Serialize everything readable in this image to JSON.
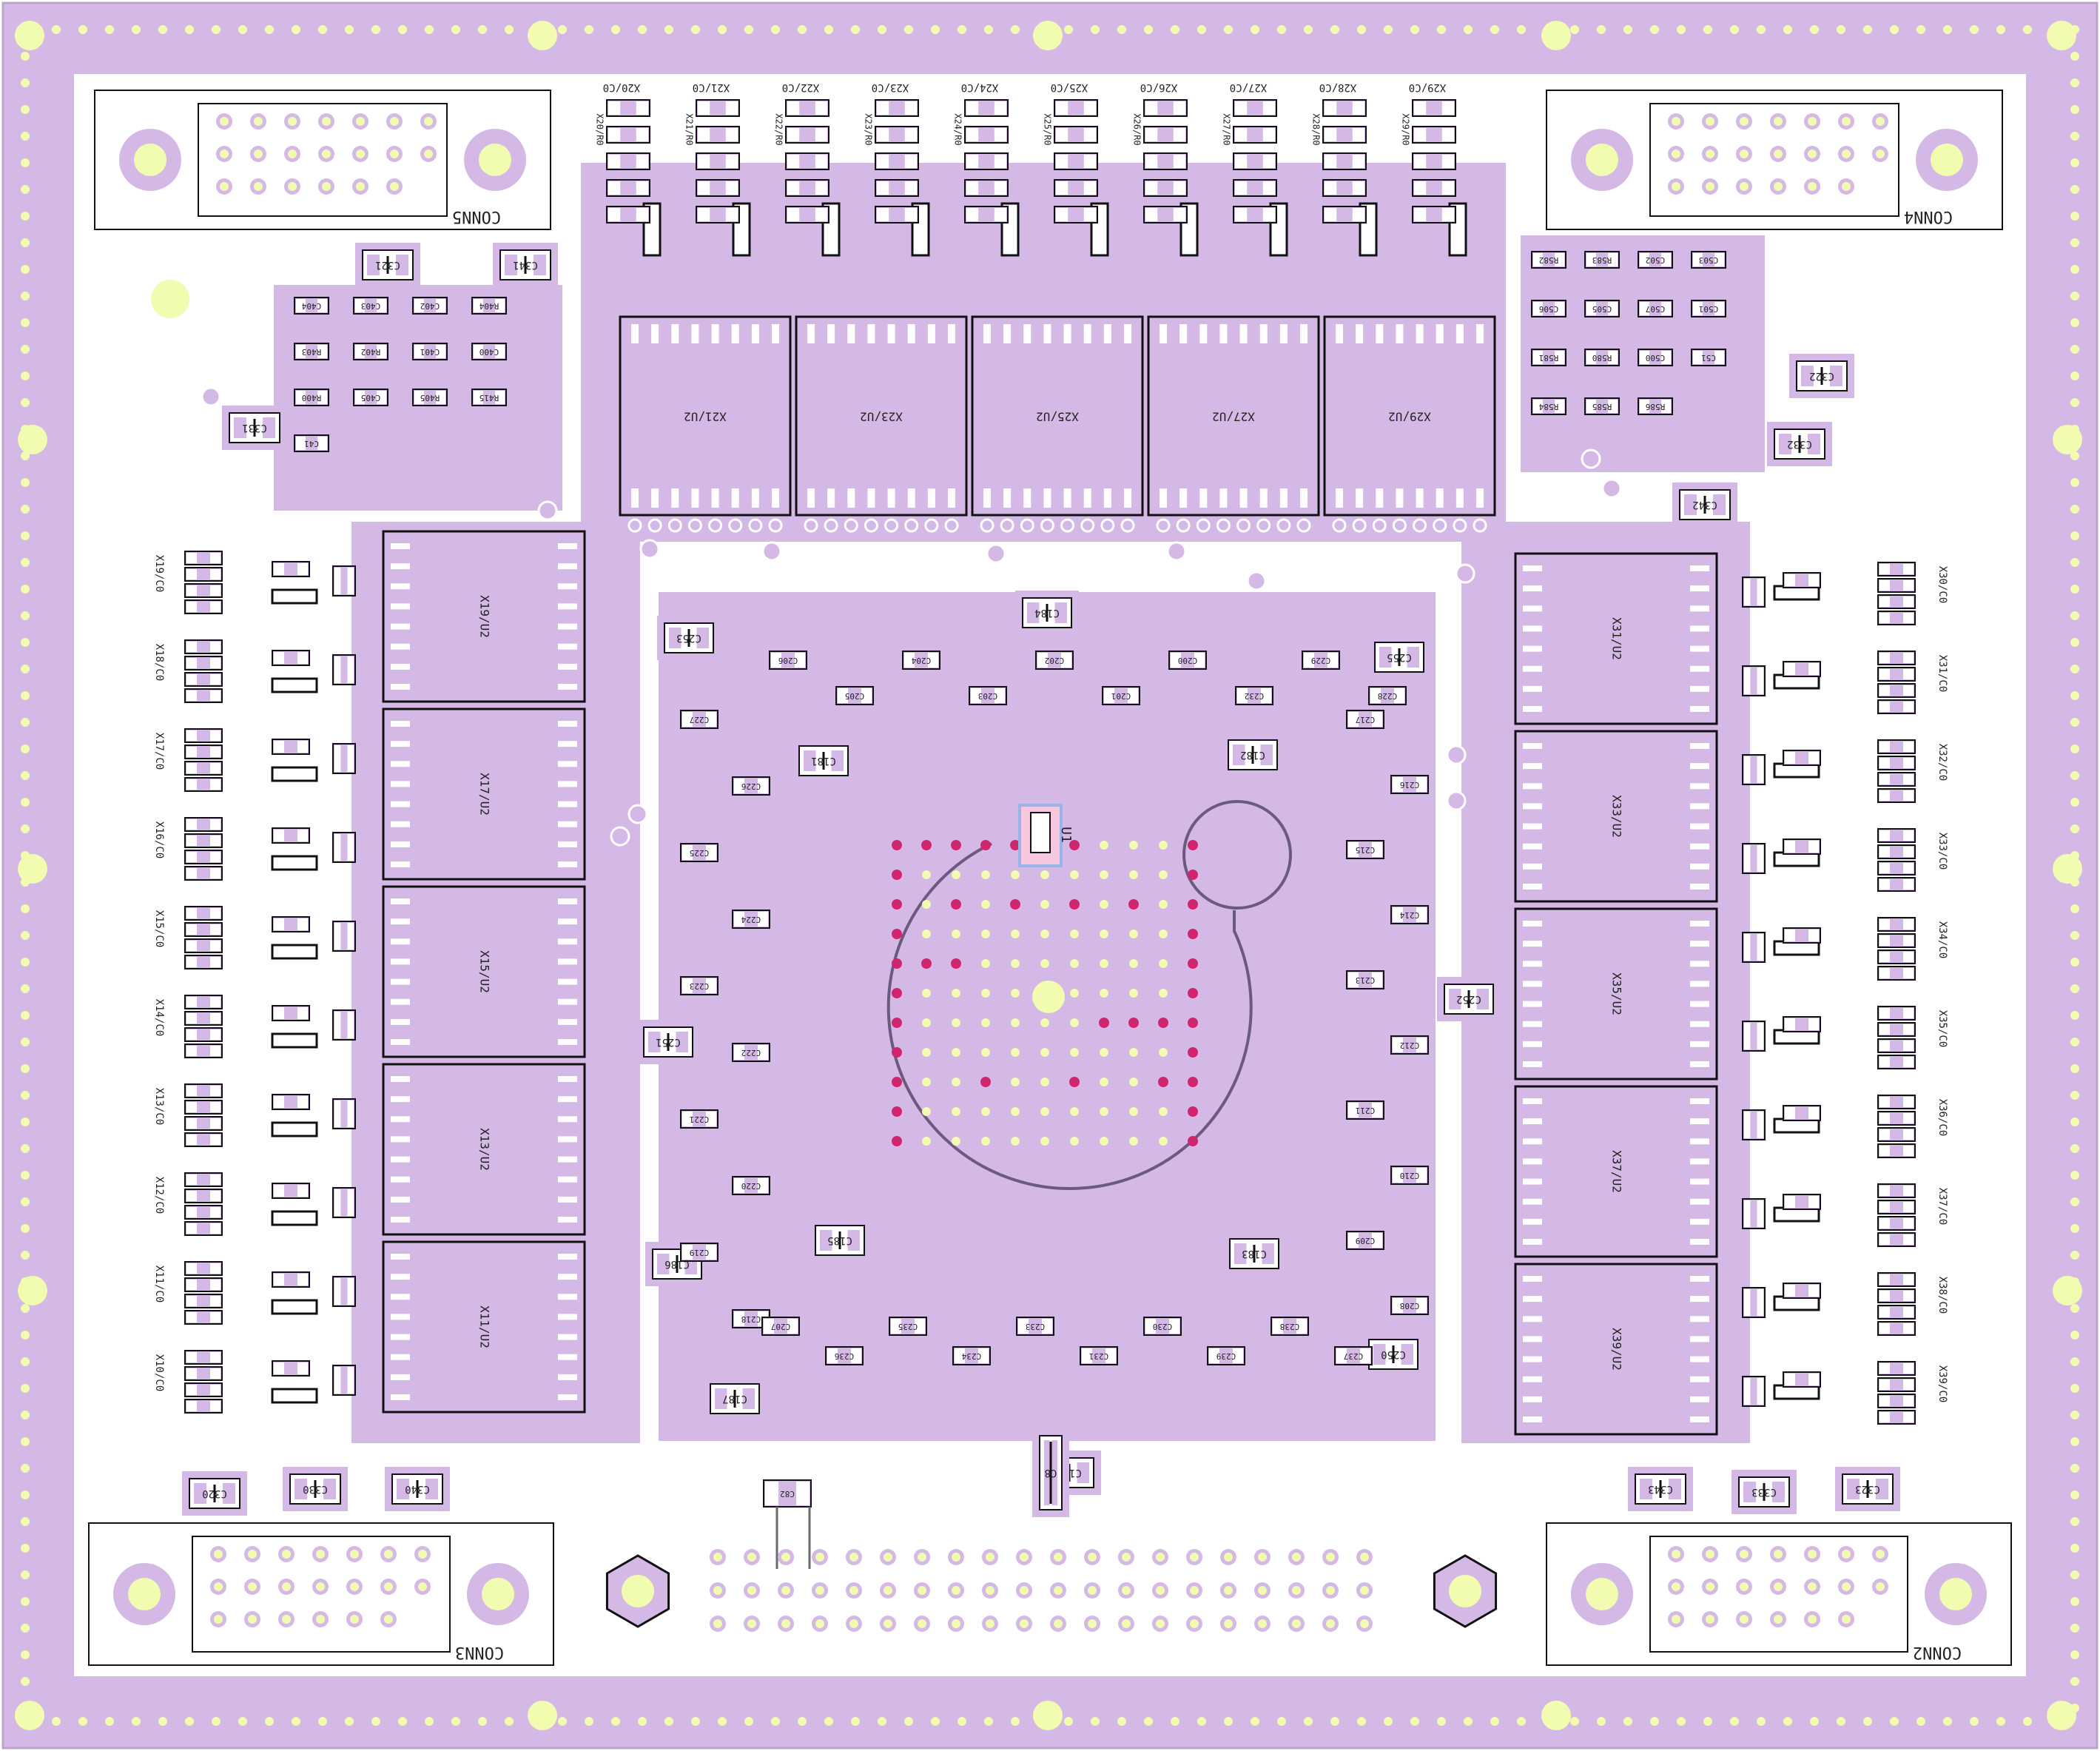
{
  "colors": {
    "board": "#d4b8e6",
    "pad_yellow": "#f2fcb0",
    "pad_pink": "#d0246c",
    "outline_dark": "#111111",
    "silk_white": "#ffffff",
    "wire": "#6a5a7e"
  },
  "connectors": [
    {
      "id": "conn5",
      "label": "CONN5"
    },
    {
      "id": "conn4",
      "label": "CONN4"
    },
    {
      "id": "conn3",
      "label": "CONN3"
    },
    {
      "id": "conn2",
      "label": "CONN2"
    }
  ],
  "left_column": {
    "channels": [
      "X19",
      "X18",
      "X17",
      "X16",
      "X15",
      "X14",
      "X13",
      "X12",
      "X11",
      "X10"
    ],
    "ics": [
      "X19/U2",
      "X17/U2",
      "X15/U2",
      "X13/U2",
      "X11/U2"
    ]
  },
  "right_column": {
    "channels": [
      "X30",
      "X31",
      "X32",
      "X33",
      "X34",
      "X35",
      "X36",
      "X37",
      "X38",
      "X39"
    ],
    "ics": [
      "X31/U2",
      "X33/U2",
      "X35/U2",
      "X37/U2",
      "X39/U2"
    ]
  },
  "top_row": {
    "channels": [
      "X20",
      "X21",
      "X22",
      "X23",
      "X24",
      "X25",
      "X26",
      "X27",
      "X28",
      "X29"
    ],
    "ics": [
      "X21/U2",
      "X23/U2",
      "X25/U2",
      "X27/U2",
      "X29/U2"
    ]
  },
  "caps": {
    "top_left": [
      "C321",
      "C341",
      "C331"
    ],
    "top_right": [
      "C322",
      "C332",
      "C342"
    ],
    "bottom_left": [
      "C320",
      "C330",
      "C340"
    ],
    "bottom_right": [
      "C343",
      "C333",
      "C323"
    ],
    "center_polar": [
      "C181",
      "C182",
      "C184",
      "C183",
      "C185",
      "C186",
      "C187",
      "C180",
      "C253",
      "C255",
      "C252",
      "C251",
      "C250"
    ],
    "center_small": [
      "C206",
      "C205",
      "C204",
      "C203",
      "C202",
      "C201",
      "C200",
      "C232",
      "C229",
      "C228",
      "C227",
      "C226",
      "C225",
      "C224",
      "C223",
      "C222",
      "C221",
      "C220",
      "C219",
      "C218",
      "C217",
      "C216",
      "C215",
      "C214",
      "C213",
      "C212",
      "C211",
      "C210",
      "C209",
      "C208",
      "C207",
      "C236",
      "C235",
      "C234",
      "C233",
      "C231",
      "C230",
      "C239",
      "C238",
      "C237"
    ],
    "bottom_center": [
      "C82",
      "C8"
    ]
  },
  "top_left_block": [
    "C404",
    "C403",
    "C402",
    "R404",
    "R403",
    "R402",
    "C401",
    "C400",
    "R400",
    "C405",
    "R405",
    "R415",
    "C41"
  ],
  "top_right_block": [
    "R582",
    "R583",
    "C502",
    "C503",
    "C506",
    "C505",
    "C507",
    "C501",
    "R581",
    "R580",
    "C500",
    "C51",
    "R584",
    "R585",
    "R586"
  ],
  "center_ic": "U1"
}
